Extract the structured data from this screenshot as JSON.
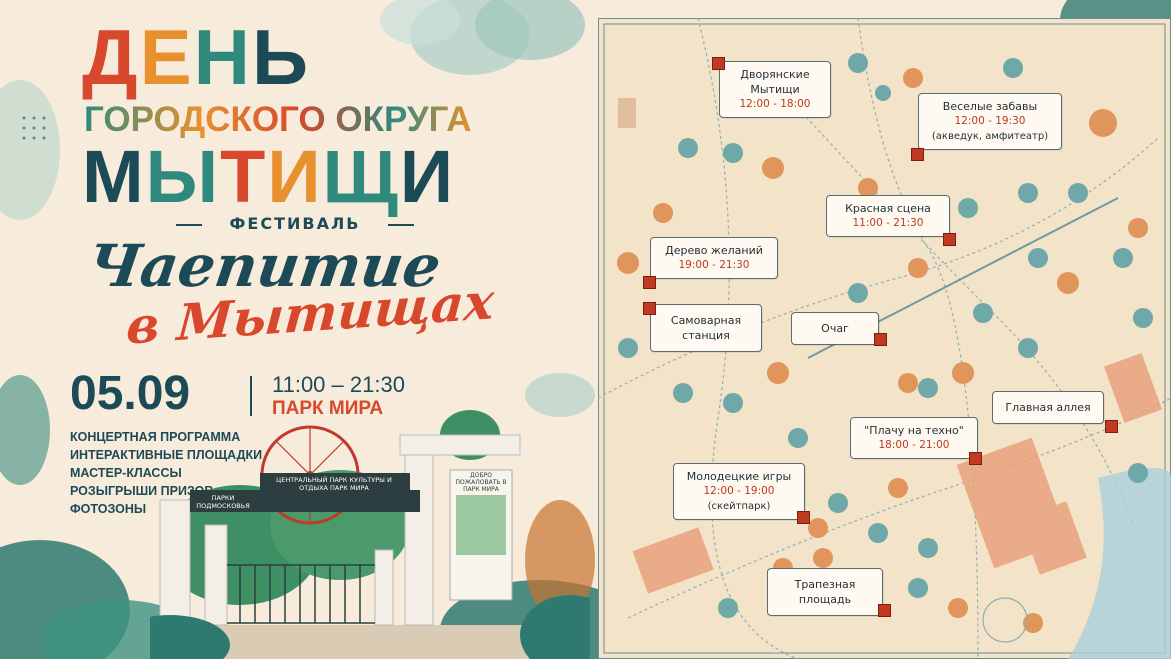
{
  "title": {
    "line1": [
      "Д",
      "Е",
      "Н",
      "Ь"
    ],
    "line2": "ГОРОДСКОГО ОКРУГА",
    "line3": [
      "М",
      "Ы",
      "Т",
      "И",
      "Щ",
      "И"
    ]
  },
  "festival_label": "ФЕСТИВАЛЬ",
  "event_name_line1": "Чаепитие",
  "event_name_line2": "в Мытищах",
  "date": "05.09",
  "time": "11:00 – 21:30",
  "place": "ПАРК МИРА",
  "features": [
    "КОНЦЕРТНАЯ ПРОГРАММА",
    "ИНТЕРАКТИВНЫЕ ПЛОЩАДКИ",
    "МАСТЕР-КЛАССЫ",
    "РОЗЫГРЫШИ ПРИЗОВ",
    "ФОТОЗОНЫ"
  ],
  "gate": {
    "left_sign": "ПАРКИ ПОДМОСКОВЬЯ",
    "center_sign": "ЦЕНТРАЛЬНЫЙ ПАРК КУЛЬТУРЫ И ОТДЫХА ПАРК МИРА",
    "board_title": "ДОБРО ПОЖАЛОВАТЬ В ПАРК МИРА"
  },
  "map_locations": [
    {
      "name": "Дворянские Мытищи",
      "time": "12:00 - 18:00"
    },
    {
      "name": "Веселые забавы",
      "time": "12:00 - 19:30",
      "note": "(акведук, амфитеатр)"
    },
    {
      "name": "Красная сцена",
      "time": "11:00 - 21:30"
    },
    {
      "name": "Дерево желаний",
      "time": "19:00 - 21:30"
    },
    {
      "name": "Самоварная станция"
    },
    {
      "name": "Очаг"
    },
    {
      "name": "Главная аллея"
    },
    {
      "name": "\"Плачу на техно\"",
      "time": "18:00 - 21:00"
    },
    {
      "name": "Молодецкие игры",
      "time": "12:00 - 19:00",
      "note": "(скейтпарк)"
    },
    {
      "name": "Трапезная площадь"
    }
  ],
  "colors": {
    "background": "#f7ecdc",
    "teal": "#1d4a57",
    "red": "#d8482c",
    "orange": "#e8902e",
    "green": "#2f8a7d",
    "map_bg": "#f3e3c8"
  }
}
